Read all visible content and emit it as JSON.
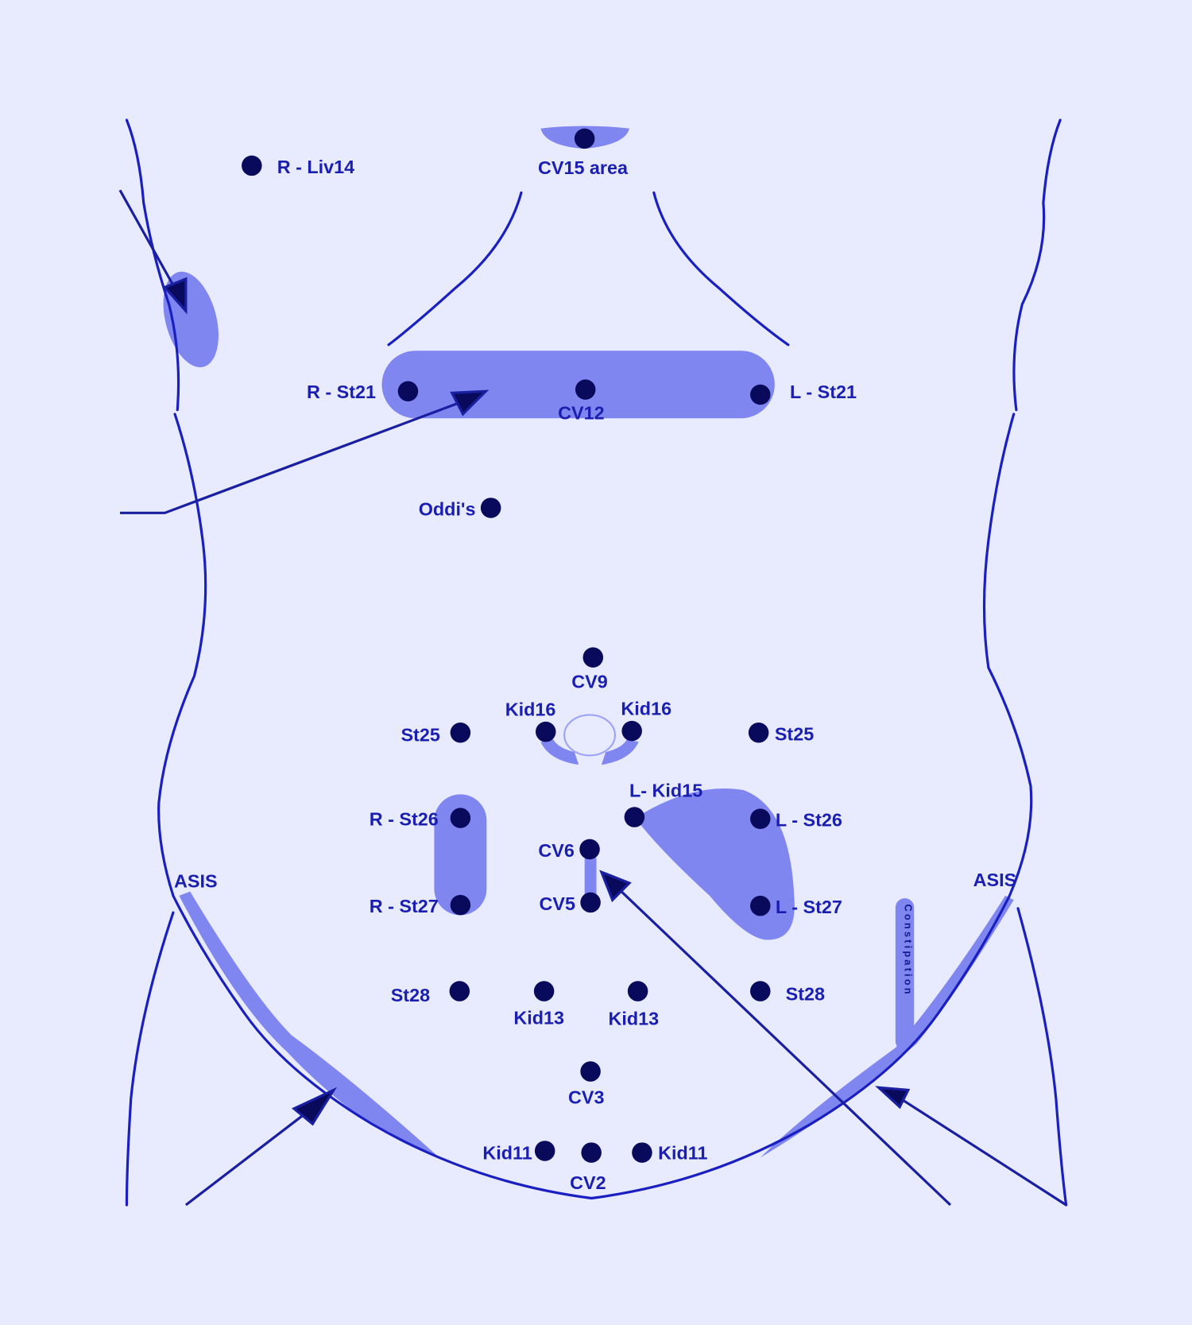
{
  "diagram": {
    "subject": "Anterior torso (abdomen) reflex / acupoint map",
    "colors": {
      "background": "#e8eafe",
      "outline": "#1a1fc0",
      "point": "#0a0a5c",
      "highlight": "#7f86f0",
      "label": "#1a1fb0"
    },
    "labels": {
      "r_liv14": "R - Liv14",
      "cv15": "CV15 area",
      "r_st21": "R - St21",
      "cv12": "CV12",
      "l_st21": "L - St21",
      "oddis": "Oddi's",
      "cv9": "CV9",
      "kid16_r": "Kid16",
      "kid16_l": "Kid16",
      "st25_r": "St25",
      "st25_l": "St25",
      "l_kid15": "L- Kid15",
      "r_st26": "R - St26",
      "l_st26": "L - St26",
      "cv6": "CV6",
      "cv5": "CV5",
      "r_st27": "R - St27",
      "l_st27": "L - St27",
      "asis_r": "ASIS",
      "asis_l": "ASIS",
      "st28_r": "St28",
      "st28_l": "St28",
      "kid13_r": "Kid13",
      "kid13_l": "Kid13",
      "cv3": "CV3",
      "kid11_r": "Kid11",
      "kid11_l": "Kid11",
      "cv2": "CV2",
      "constipation": "Constipation"
    }
  }
}
